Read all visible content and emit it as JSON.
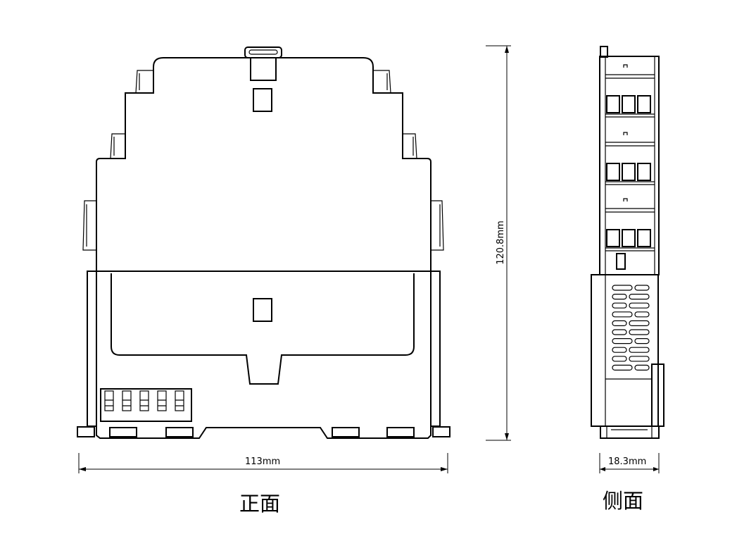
{
  "dimensions": {
    "front_width": "113mm",
    "height": "120.8mm",
    "side_width": "18.3mm"
  },
  "captions": {
    "front": "正面",
    "side": "侧面"
  }
}
